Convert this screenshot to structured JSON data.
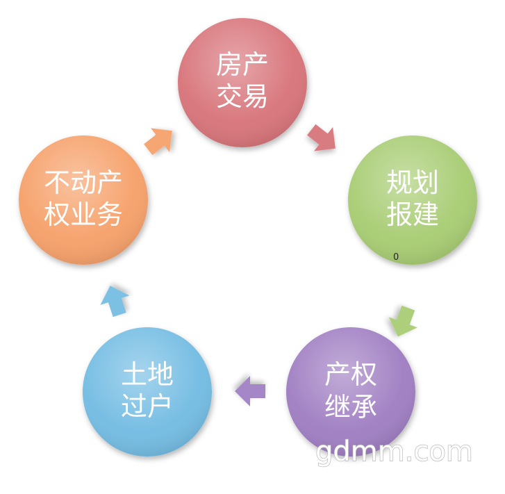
{
  "diagram": {
    "type": "cycle",
    "nodes": [
      {
        "id": "n1",
        "lines": [
          "房产",
          "交易"
        ],
        "color": "#d8767c"
      },
      {
        "id": "n2",
        "lines": [
          "规划",
          "报建"
        ],
        "color": "#a9cd74"
      },
      {
        "id": "n3",
        "lines": [
          "产权",
          "继承"
        ],
        "color": "#a180c3"
      },
      {
        "id": "n4",
        "lines": [
          "土地",
          "过户"
        ],
        "color": "#74bde3"
      },
      {
        "id": "n5",
        "lines": [
          "不动产",
          "权业务"
        ],
        "color": "#f6a26c"
      }
    ],
    "arrows": [
      {
        "from": "n1",
        "to": "n2",
        "color": "#d8767c"
      },
      {
        "from": "n2",
        "to": "n3",
        "color": "#a9cd74"
      },
      {
        "from": "n3",
        "to": "n4",
        "color": "#a180c3"
      },
      {
        "from": "n4",
        "to": "n5",
        "color": "#74bde3"
      },
      {
        "from": "n5",
        "to": "n1",
        "color": "#f6a26c"
      }
    ]
  },
  "stray_mark": "0",
  "watermark": "gdmm.com"
}
